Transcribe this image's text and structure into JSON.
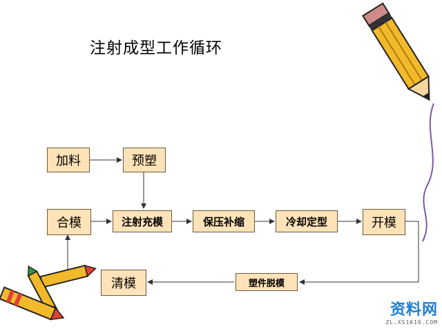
{
  "title": "注射成型工作循环",
  "nodes": {
    "jialiao": "加料",
    "yusu": "预塑",
    "hemo": "合模",
    "zhushe": "注射充模",
    "baoya": "保压补缩",
    "lengque": "冷却定型",
    "kaimo": "开模",
    "tuomo": "塑件脱模",
    "qingmo": "清模"
  },
  "watermark": {
    "text": "资料网",
    "url": "ZL.XS1616.COM"
  }
}
